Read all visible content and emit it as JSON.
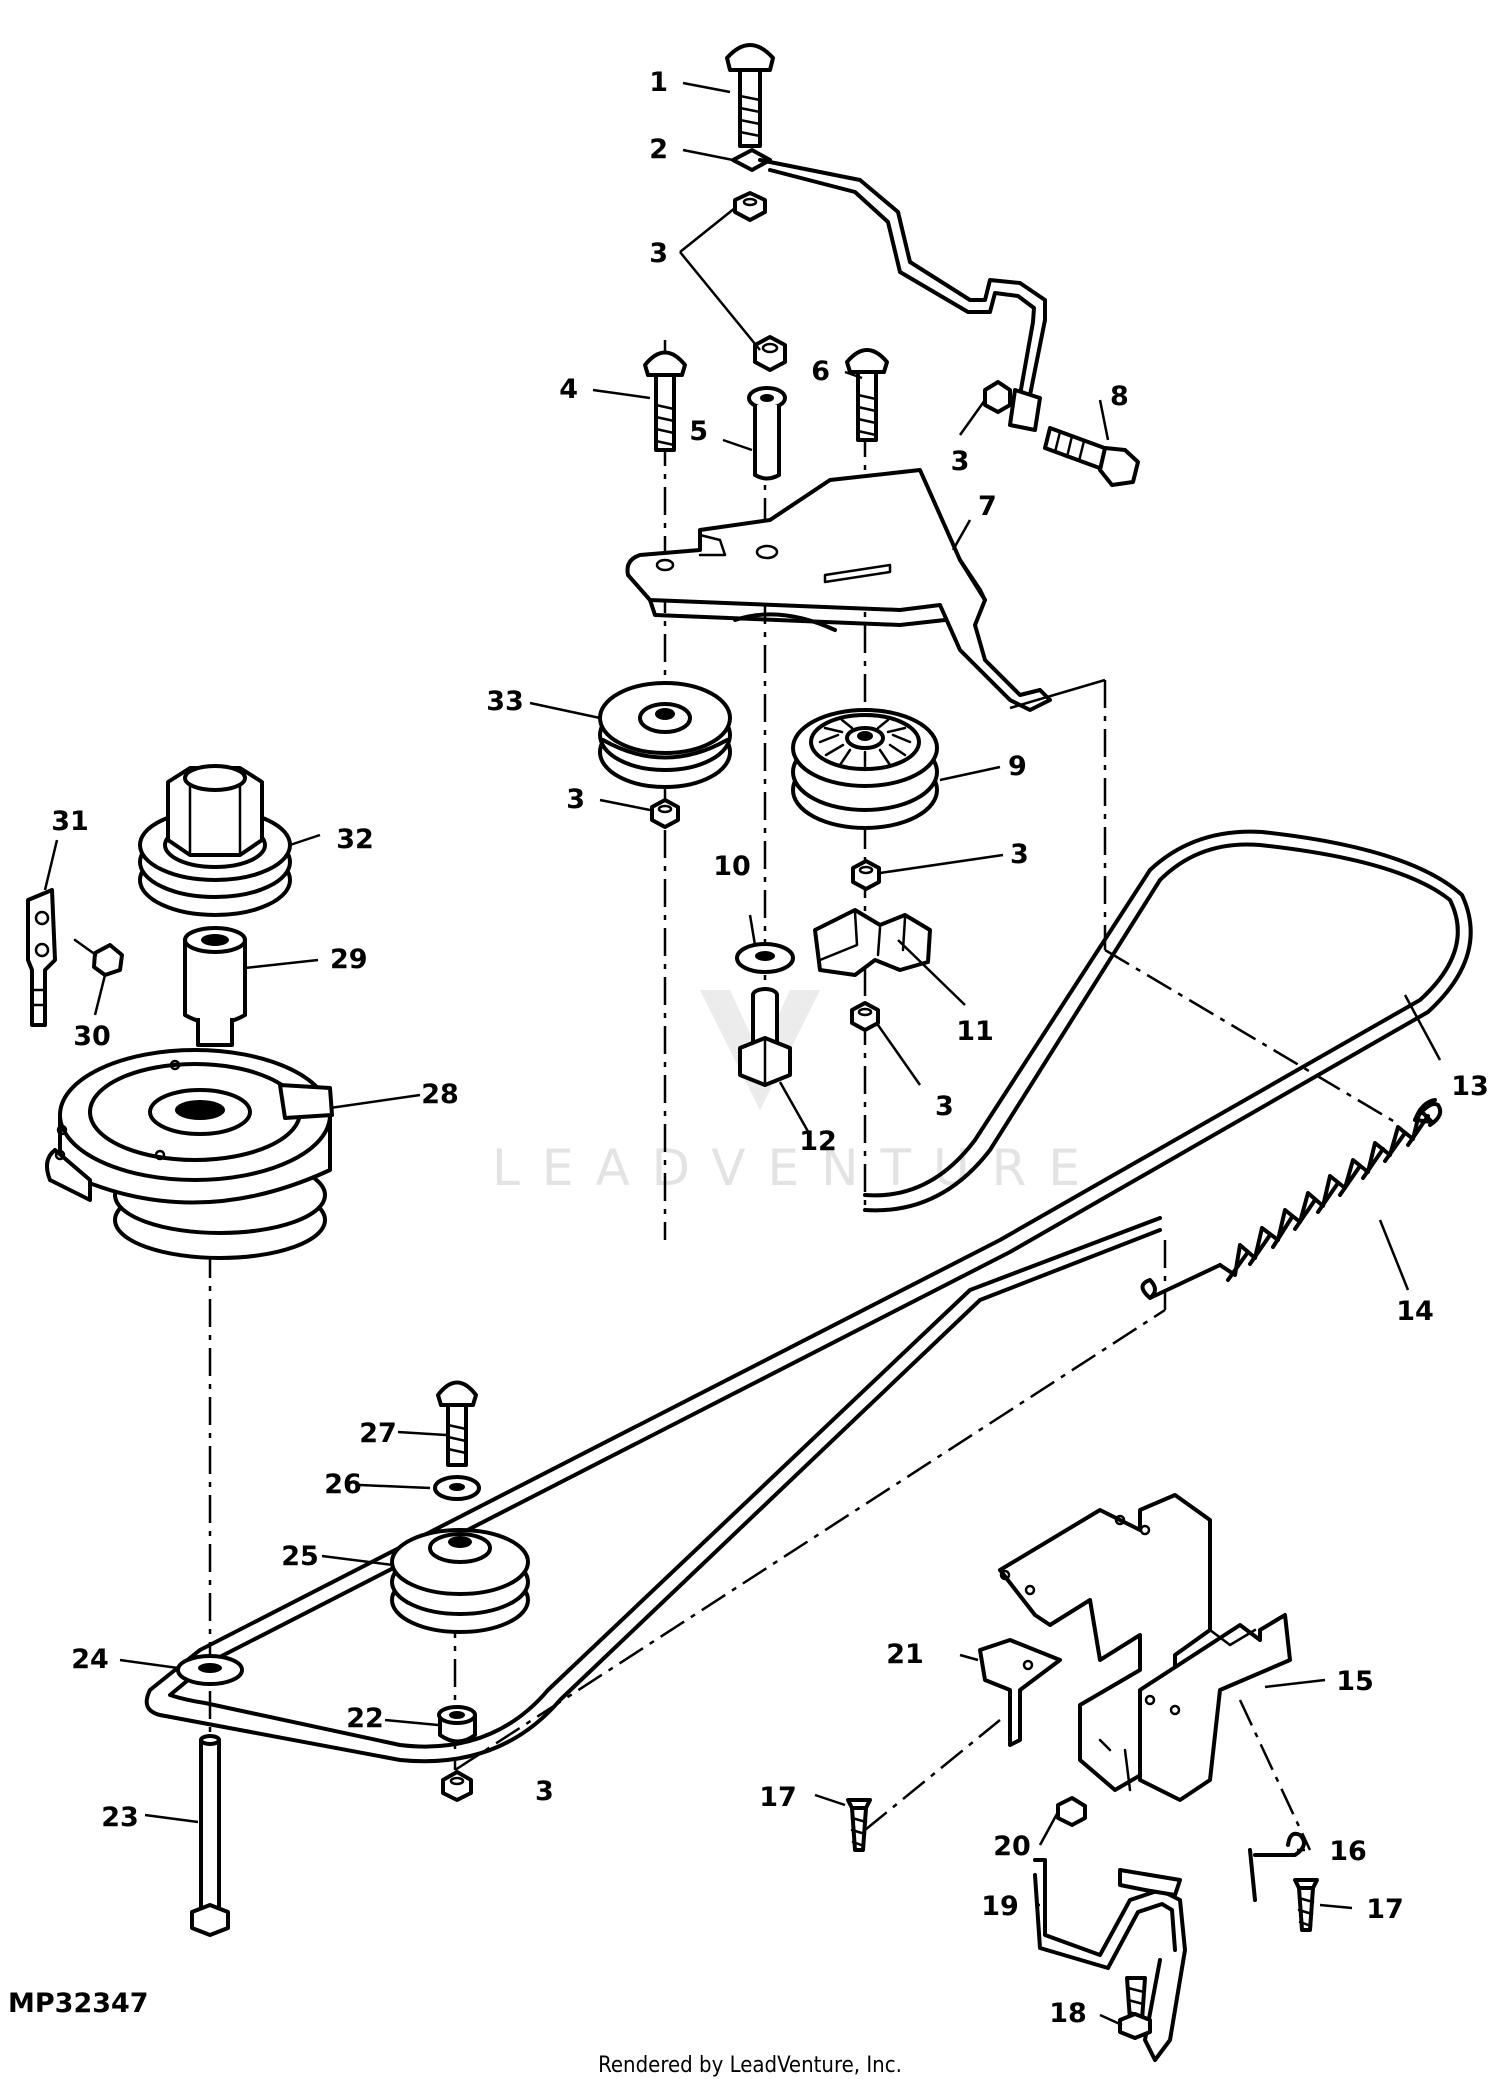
{
  "diagram": {
    "code": "MP32347",
    "credit": "Rendered by LeadVenture, Inc.",
    "watermark": "LEADVENTURE"
  },
  "labels": [
    "1",
    "2",
    "3",
    "3",
    "3",
    "3",
    "3",
    "3",
    "3",
    "4",
    "5",
    "6",
    "7",
    "8",
    "9",
    "10",
    "11",
    "12",
    "13",
    "14",
    "15",
    "16",
    "17",
    "17",
    "18",
    "19",
    "20",
    "21",
    "22",
    "23",
    "24",
    "25",
    "26",
    "27",
    "28",
    "29",
    "30",
    "31",
    "32",
    "33"
  ]
}
